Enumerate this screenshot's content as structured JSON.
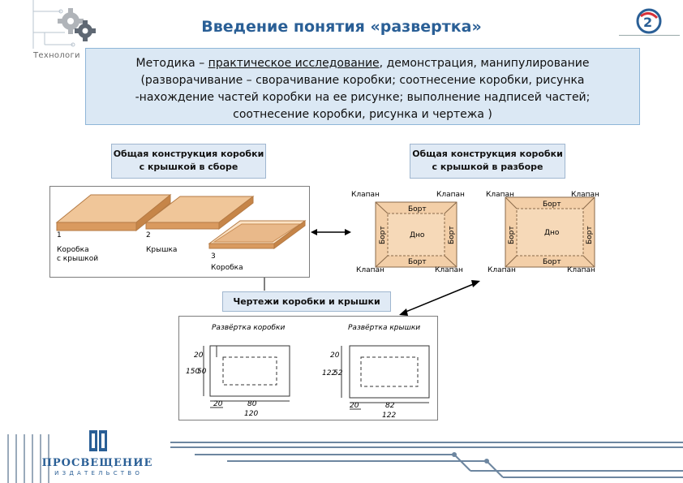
{
  "header": {
    "title": "Введение понятия «развертка»",
    "brand": "Технологи"
  },
  "method": {
    "prefix": "Методика – ",
    "underlined": "практическое исследование",
    "line1_rest": ", демонстрация, манипулирование",
    "line2": "(разворачивание – сворачивание коробки; соотнесение коробки, рисунка",
    "line3": "-нахождение частей коробки на ее рисунке; выполнение надписей частей;",
    "line4": "соотнесение коробки, рисунка и чертежа )"
  },
  "labels": {
    "assembled_l1": "Общая конструкция коробки",
    "assembled_l2": "с крышкой в сборе",
    "disassembled_l1": "Общая конструкция коробки",
    "disassembled_l2": "с крышкой в разборе",
    "drawings": "Чертежи коробки и крышки"
  },
  "assembled_figure": {
    "item1_num": "1",
    "item1_l1": "Коробка",
    "item1_l2": "с крышкой",
    "item2_num": "2",
    "item2": "Крышка",
    "item3_num": "3",
    "item3": "Коробка"
  },
  "nets": {
    "flap": "Клапан",
    "side": "Борт",
    "bottom": "Дно"
  },
  "drawings": {
    "box_title": "Развёртка   коробки",
    "lid_title": "Развёртка   крышки",
    "box_dims": [
      "20",
      "150",
      "50",
      "20",
      "80",
      "120"
    ],
    "lid_dims": [
      "20",
      "122",
      "52",
      "20",
      "82",
      "122"
    ]
  },
  "footer": {
    "publisher": "ПРОСВЕЩЕНИЕ",
    "sub": "И З Д А Т Е Л Ь С Т В О"
  },
  "colors": {
    "title": "#2a5f96",
    "box_face": "#e9b98a",
    "box_dark": "#c98d55",
    "net_fill": "#f3cfa8",
    "frame": "#8fb6d8"
  }
}
